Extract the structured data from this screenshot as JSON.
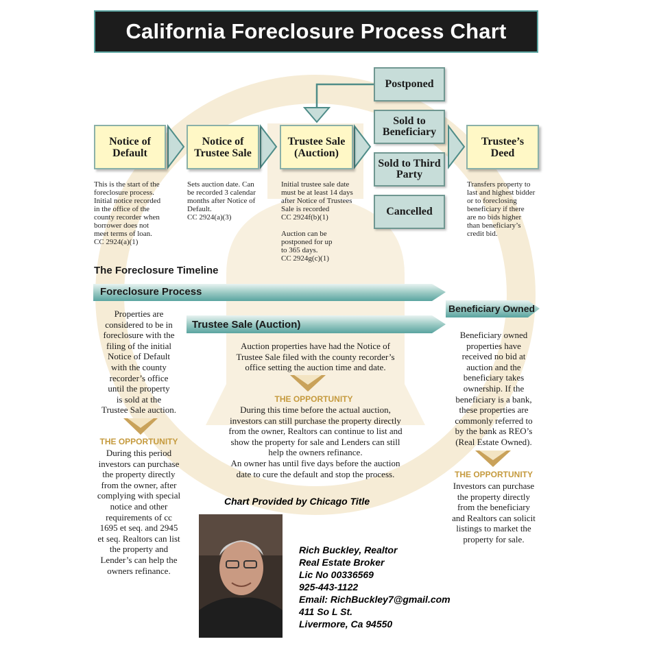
{
  "title": "California Foreclosure Process Chart",
  "steps": {
    "notice_default": "Notice of Default",
    "notice_trustee_sale": "Notice of Trustee Sale",
    "trustee_sale": "Trustee Sale (Auction)",
    "trustees_deed": "Trustee’s Deed"
  },
  "outcomes": {
    "postponed": "Postponed",
    "sold_beneficiary": "Sold to Beneficiary",
    "sold_third_party": "Sold to Third Party",
    "cancelled": "Cancelled"
  },
  "descriptions": {
    "notice_default": [
      "This is the start of the",
      "foreclosure process.",
      "Initial notice recorded",
      "in the office of the",
      "county recorder when",
      "borrower does not",
      "meet terms of loan.",
      "CC 2924(a)(1)"
    ],
    "notice_trustee_sale": [
      "Sets auction date.  Can",
      "be recorded 3 calendar",
      "months after Notice of",
      "Default.",
      "CC 2924(a)(3)"
    ],
    "trustee_sale": [
      "Initial trustee sale date",
      "must be at least 14 days",
      "after Notice of Trustees",
      "Sale is recorded",
      "CC 2924f(b)(1)",
      "",
      "Auction can be",
      "postponed for up",
      "to 365 days.",
      "CC 2924g(c)(1)"
    ],
    "trustees_deed": [
      "Transfers property to",
      "last and highest bidder",
      "or to foreclosing",
      "beneficiary if there",
      "are no bids higher",
      "than beneficiary’s",
      "credit bid."
    ]
  },
  "timeline": {
    "heading": "The Foreclosure Timeline",
    "foreclosure_process": "Foreclosure Process",
    "trustee_sale_auction": "Trustee Sale (Auction)",
    "beneficiary_owned": "Beneficiary Owned"
  },
  "columns": {
    "left_text": [
      "Properties are",
      "considered to be in",
      "foreclosure with the",
      "filing of the initial",
      "Notice of Default",
      "with the county",
      "recorder’s office",
      "until the property",
      "is sold at the",
      "Trustee Sale auction."
    ],
    "left_opportunity_heading": "THE OPPORTUNITY",
    "left_opportunity": [
      "During this period",
      "investors can purchase",
      "the property directly",
      "from the owner, after",
      "complying with special",
      "notice and other",
      "requirements of cc",
      "1695 et seq. and 2945",
      "et seq. Realtors can list",
      "the property and",
      "Lender’s can help the",
      "owners refinance."
    ],
    "middle_text": [
      "Auction properties have had the Notice of",
      "Trustee Sale filed with the county recorder’s",
      "office setting the auction time and date."
    ],
    "middle_opportunity_heading": "THE OPPORTUNITY",
    "middle_opportunity": [
      "During this time before the actual auction,",
      "investors can still purchase the property directly",
      "from the owner, Realtors can continue to list and",
      "show the property for sale and Lenders can still",
      "help the owners refinance.",
      "An owner has until five days before the auction",
      "date to cure the default and stop the process."
    ],
    "right_text": [
      "Beneficiary owned",
      "properties have",
      "received no bid at",
      "auction and the",
      "beneficiary takes",
      "ownership.  If the",
      "beneficiary is a bank,",
      "these properties are",
      "commonly referred to",
      "by the bank as REO’s",
      "(Real Estate Owned)."
    ],
    "right_opportunity_heading": "THE OPPORTUNITY",
    "right_opportunity": [
      "Investors can purchase",
      "the property directly",
      "from the beneficiary",
      "and Realtors can solicit",
      "listings to market the",
      "property for sale."
    ]
  },
  "credit": "Chart Provided by Chicago Title",
  "contact": [
    "Rich Buckley,  Realtor",
    "Real Estate Broker",
    "Lic No 00336569",
    "925-443-1122",
    "Email: RichBuckley7@gmail.com",
    "411 So L St.",
    "Livermore, Ca 94550"
  ],
  "colors": {
    "accent_teal": "#5aa4a0",
    "box_yellow": "#fff8c6",
    "box_green": "#c7ddd9",
    "opportunity_gold": "#c59a3e",
    "watermark": "#f6ecd6"
  }
}
